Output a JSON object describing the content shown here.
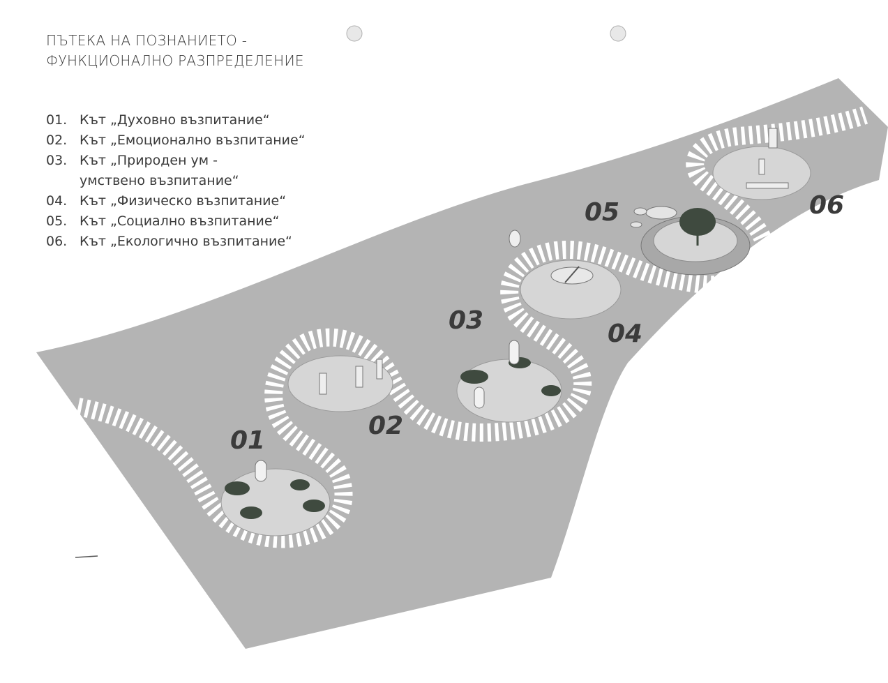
{
  "title": {
    "line1": "ПЪТЕКА НА ПОЗНАНИЕТО -",
    "line2": "ФУНКЦИОНАЛНО РАЗПРЕДЕЛЕНИЕ"
  },
  "legend": [
    {
      "num": "01.",
      "lines": [
        "Кът „Духовно възпитание“"
      ]
    },
    {
      "num": "02.",
      "lines": [
        "Кът „Емоционално възпитание“"
      ]
    },
    {
      "num": "03.",
      "lines": [
        "Кът „Природен ум -",
        "умствено възпитание“"
      ]
    },
    {
      "num": "04.",
      "lines": [
        "Кът „Физическо възпитание“"
      ]
    },
    {
      "num": "05.",
      "lines": [
        "Кът „Социално възпитание“"
      ]
    },
    {
      "num": "06.",
      "lines": [
        "Кът „Екологично възпитание“"
      ]
    }
  ],
  "zones": {
    "z01": "01",
    "z02": "02",
    "z03": "03",
    "z04": "04",
    "z05": "05",
    "z06": "06"
  },
  "colors": {
    "ground": "#b4b4b4",
    "path_stripes": "#ffffff",
    "plaza": "#c9c9c9",
    "text": "#3a3a3a",
    "vegetation": "#3f4a3f"
  }
}
